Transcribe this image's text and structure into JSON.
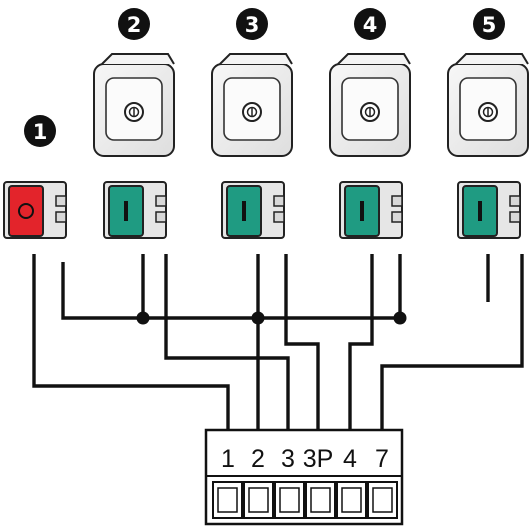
{
  "badges": [
    {
      "number": "1"
    },
    {
      "number": "2"
    },
    {
      "number": "3"
    },
    {
      "number": "4"
    },
    {
      "number": "5"
    }
  ],
  "terminal_block": {
    "terminals": [
      "1",
      "2",
      "3",
      "3P",
      "4",
      "7"
    ]
  },
  "colors": {
    "stop_button": "#e3242b",
    "start_button": "#1f9b82",
    "wire": "#111111",
    "housing": "#ececec"
  },
  "icons": {
    "stop_button": "stop-pushbutton-icon",
    "start_button": "start-pushbutton-icon",
    "key_switch": "key-switch-icon"
  }
}
